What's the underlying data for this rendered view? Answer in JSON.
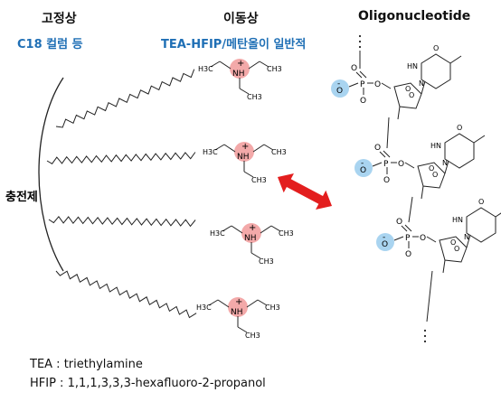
{
  "headers": {
    "stationary_phase": "고정상",
    "mobile_phase": "이동상",
    "oligonucleotide": "Oligonucleotide"
  },
  "subheaders": {
    "column": "C18 컬럼 등",
    "mobile_phase_detail": "TEA-HFIP/메탄올이 일반적"
  },
  "support_label": "충전제",
  "ion_labels": {
    "plus": "+",
    "nh": "NH",
    "h3c": "H3C",
    "ch3": "CH3",
    "minus": "-",
    "o": "O",
    "p": "P",
    "n": "N",
    "hn": "HN",
    "ellipsis": ":"
  },
  "footnotes": {
    "tea": "TEA  : triethylamine",
    "hfip": "HFIP : 1,1,1,3,3,3-hexafluoro-2-propanol"
  },
  "colors": {
    "accent_blue": "#1f6fb5",
    "cation_fill": "#f3a9a9",
    "anion_fill": "#a9d4f0",
    "arrow_red": "#e31e1e",
    "line": "#222222"
  }
}
